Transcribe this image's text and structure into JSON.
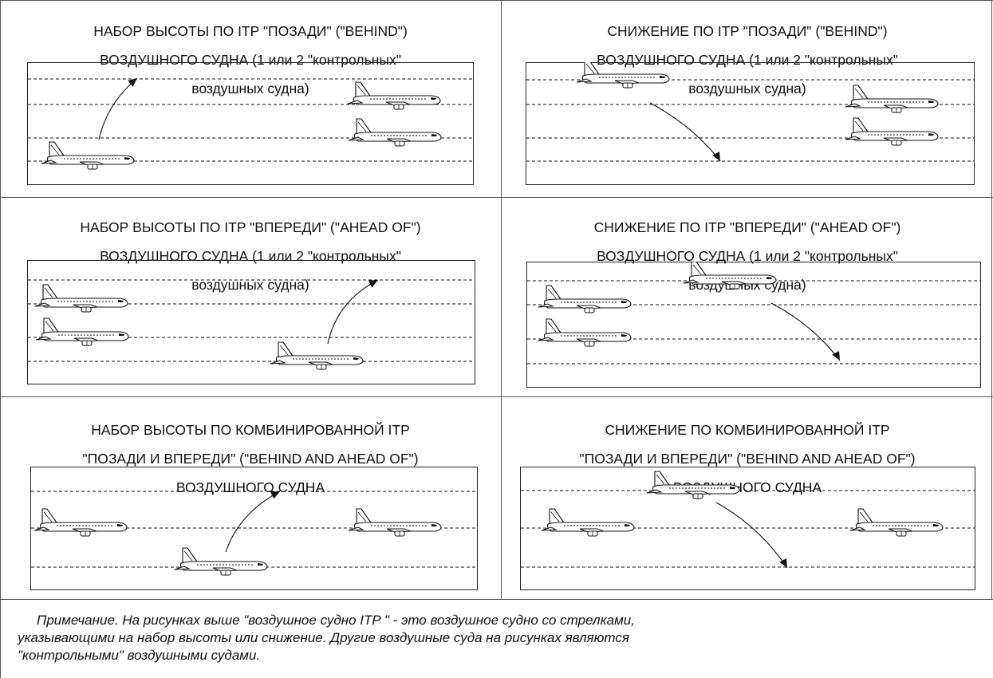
{
  "panels": [
    {
      "title_lines": [
        "НАБОР ВЫСОТЫ ПО ITP \"ПОЗАДИ\" (\"BEHIND\")",
        "ВОЗДУШНОГО СУДНА (1 или 2 \"контрольных\"",
        "воздушных судна)"
      ],
      "mode": "climb",
      "itp_position": "behind"
    },
    {
      "title_lines": [
        "СНИЖЕНИЕ ПО ITP \"ПОЗАДИ\" (\"BEHIND\")",
        "ВОЗДУШНОГО СУДНА (1 или 2 \"контрольных\"",
        "воздушных судна)"
      ],
      "mode": "descent",
      "itp_position": "behind"
    },
    {
      "title_lines": [
        "НАБОР ВЫСОТЫ ПО ITP \"ВПЕРЕДИ\" (\"AHEAD OF\")",
        "ВОЗДУШНОГО СУДНА (1 или 2 \"контрольных\"",
        "воздушных судна)"
      ],
      "mode": "climb",
      "itp_position": "ahead"
    },
    {
      "title_lines": [
        "СНИЖЕНИЕ ПО ITP \"ВПЕРЕДИ\" (\"AHEAD OF\")",
        "ВОЗДУШНОГО СУДНА (1 или 2 \"контрольных\"",
        "воздушных судна)"
      ],
      "mode": "descent",
      "itp_position": "ahead"
    },
    {
      "title_lines": [
        "НАБОР ВЫСОТЫ ПО КОМБИНИРОВАННОЙ ITP",
        "\"ПОЗАДИ И ВПЕРЕДИ\" (\"BEHIND AND AHEAD OF\")",
        "ВОЗДУШНОГО СУДНА"
      ],
      "mode": "climb",
      "itp_position": "combined"
    },
    {
      "title_lines": [
        "СНИЖЕНИЕ ПО КОМБИНИРОВАННОЙ ITP",
        "\"ПОЗАДИ И ВПЕРЕДИ\" (\"BEHIND AND AHEAD OF\")",
        "ВОЗДУШНОГО СУДНА"
      ],
      "mode": "descent",
      "itp_position": "combined"
    }
  ],
  "note_lines": [
    "Примечание.  На рисунках выше \"воздушное судно ITP \"  - это воздушное судно со стрелками,",
    "указывающими на набор высоты или снижение. Другие воздушные суда на рисунках являются",
    "\"контрольными\" воздушными судами."
  ],
  "colors": {
    "line": "#111111",
    "frame": "#222222",
    "aircraft_fill": "#ffffff"
  }
}
